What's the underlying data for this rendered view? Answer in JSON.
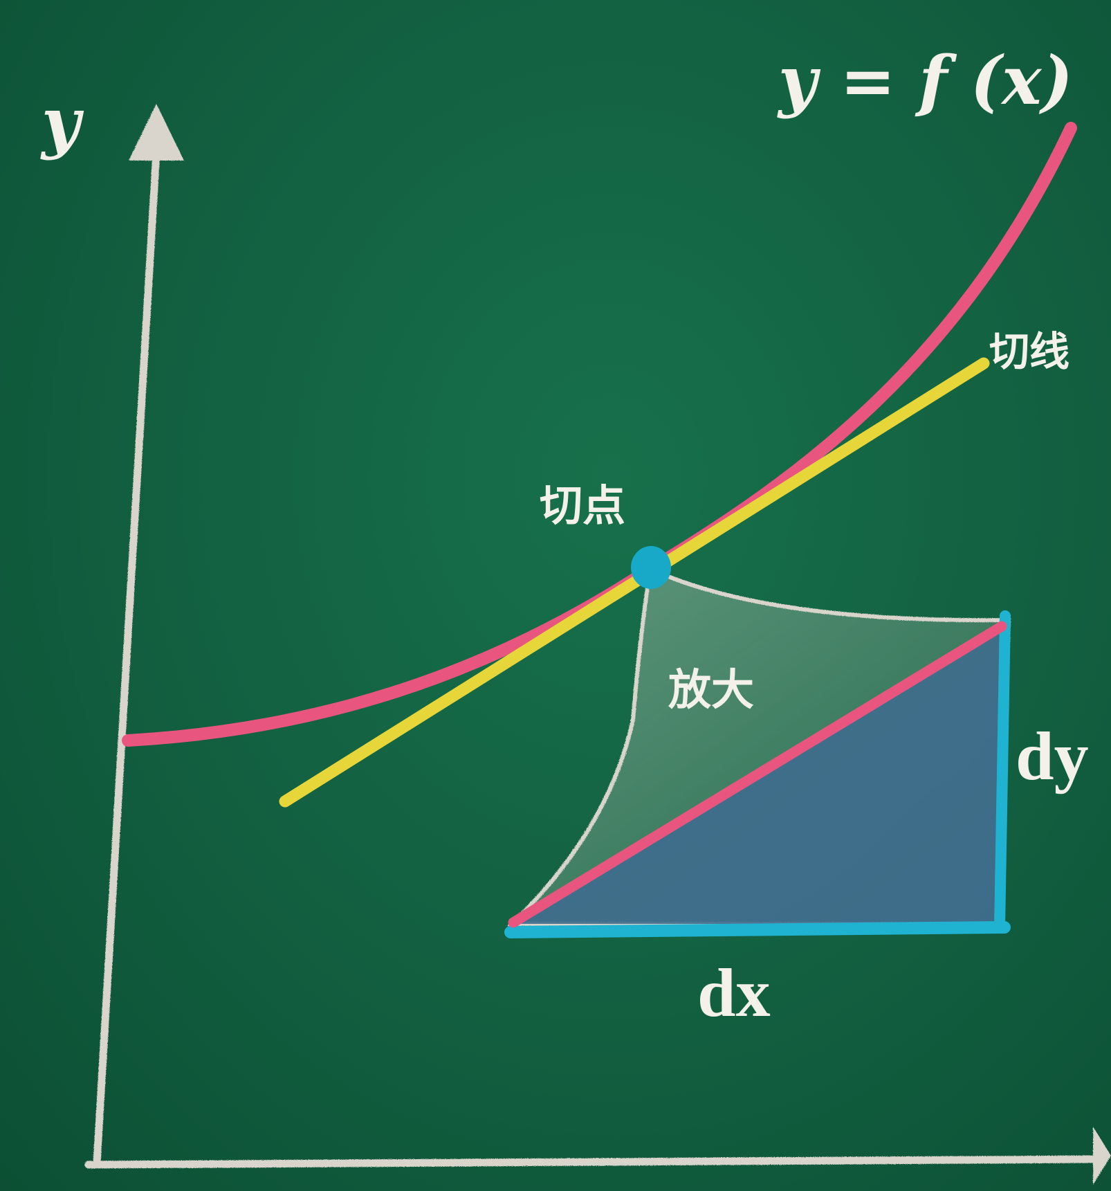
{
  "labels": {
    "y_axis": "y",
    "function": "y = f (x)",
    "tangent_line": "切线",
    "tangent_point": "切点",
    "magnify": "放大",
    "dy": "dy",
    "dx": "dx"
  },
  "colors": {
    "board": "#125f40",
    "chalk": "#d9d4cc",
    "curve": "#e8557e",
    "tangent": "#e6d63a",
    "point": "#18a9c9",
    "triangle_edge": "#1fb3d1",
    "triangle_fill": "#3f6d8e"
  }
}
